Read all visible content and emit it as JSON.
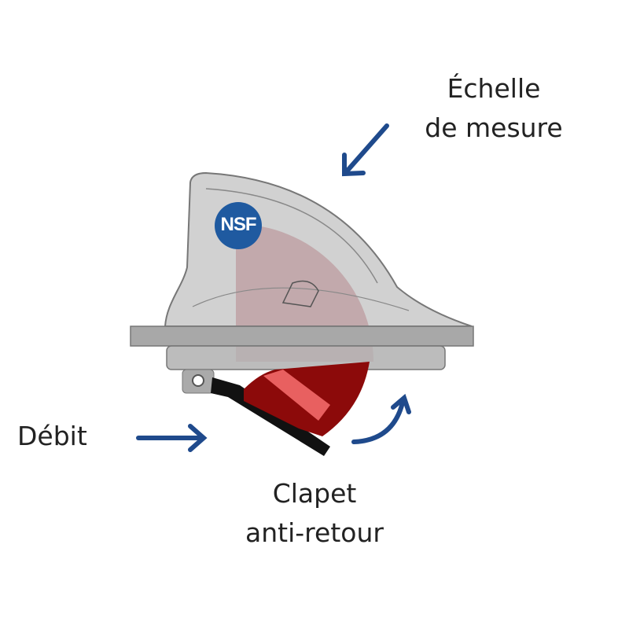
{
  "labels": {
    "scale": {
      "line1": "Échelle",
      "line2": "de mesure"
    },
    "flow": "Débit",
    "valve": {
      "line1": "Clapet",
      "line2": "anti-retour"
    }
  },
  "logo": {
    "text": "NSF"
  },
  "colors": {
    "arrow": "#1f4a8c",
    "logo_bg": "#1f5aa0",
    "valve_red": "#8c0a0a",
    "valve_pink": "#e86060",
    "body_gray": "#b8b8b8"
  }
}
